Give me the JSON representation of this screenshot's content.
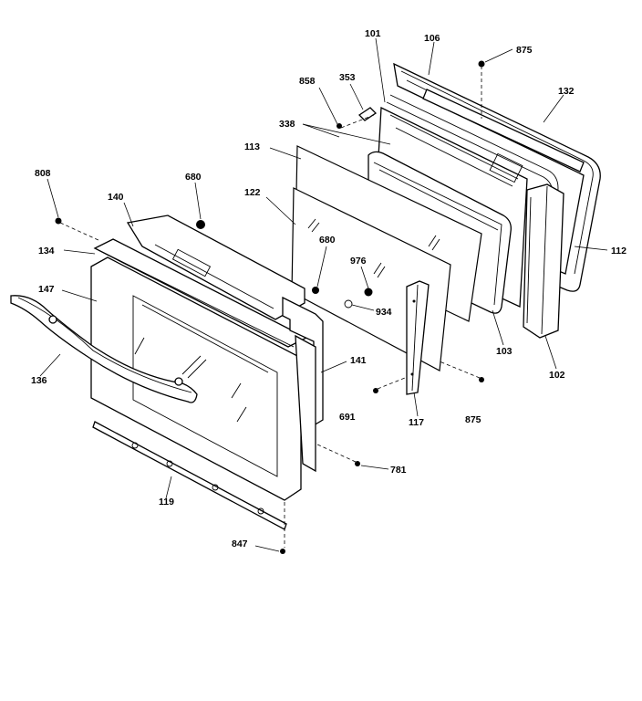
{
  "diagram": {
    "callouts": [
      {
        "key": "c101",
        "text": "101"
      },
      {
        "key": "c106",
        "text": "106"
      },
      {
        "key": "c875a",
        "text": "875"
      },
      {
        "key": "c132",
        "text": "132"
      },
      {
        "key": "c858",
        "text": "858"
      },
      {
        "key": "c353",
        "text": "353"
      },
      {
        "key": "c338",
        "text": "338"
      },
      {
        "key": "c113",
        "text": "113"
      },
      {
        "key": "c808",
        "text": "808"
      },
      {
        "key": "c680a",
        "text": "680"
      },
      {
        "key": "c140",
        "text": "140"
      },
      {
        "key": "c122",
        "text": "122"
      },
      {
        "key": "c680b",
        "text": "680"
      },
      {
        "key": "c976",
        "text": "976"
      },
      {
        "key": "c134",
        "text": "134"
      },
      {
        "key": "c112",
        "text": "112"
      },
      {
        "key": "c147",
        "text": "147"
      },
      {
        "key": "c934",
        "text": "934"
      },
      {
        "key": "c103",
        "text": "103"
      },
      {
        "key": "c141",
        "text": "141"
      },
      {
        "key": "c102",
        "text": "102"
      },
      {
        "key": "c136",
        "text": "136"
      },
      {
        "key": "c691",
        "text": "691"
      },
      {
        "key": "c117",
        "text": "117"
      },
      {
        "key": "c875b",
        "text": "875"
      },
      {
        "key": "c781",
        "text": "781"
      },
      {
        "key": "c119",
        "text": "119"
      },
      {
        "key": "c847",
        "text": "847"
      }
    ]
  }
}
